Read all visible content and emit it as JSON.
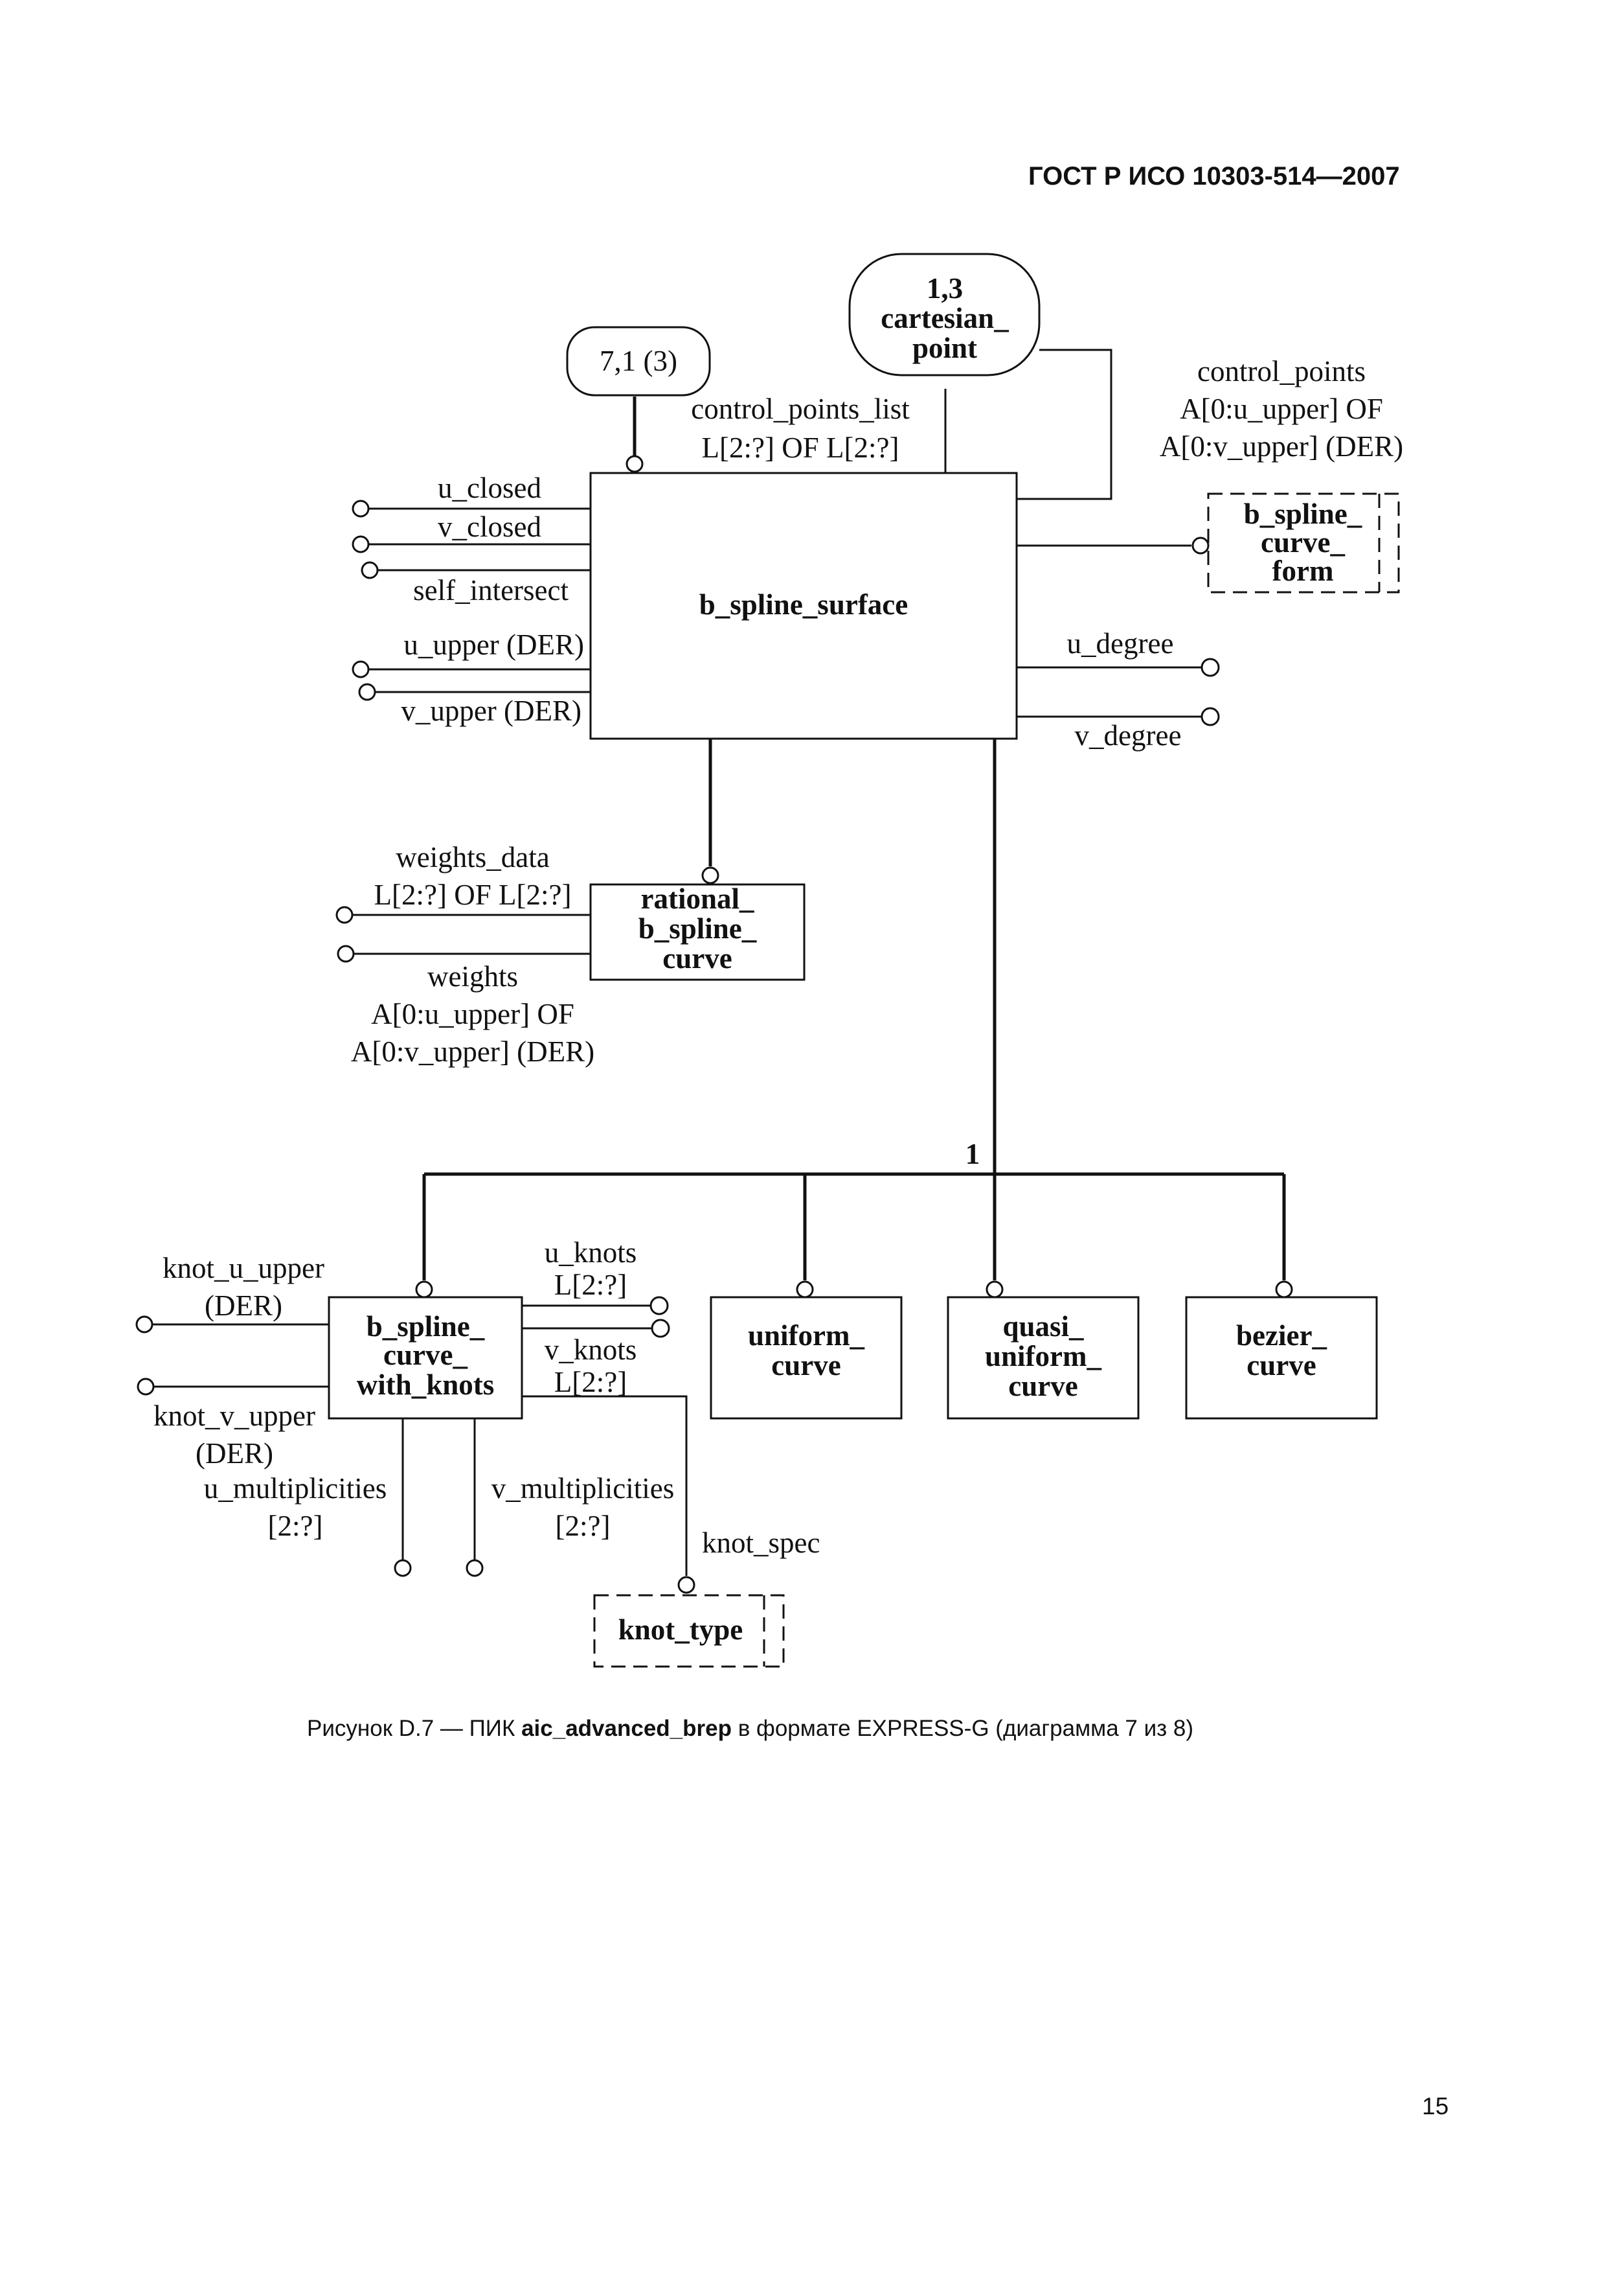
{
  "header": {
    "standard": "ГОСТ Р ИСО 10303-514—2007"
  },
  "page_number": "15",
  "caption": {
    "prefix": "Рисунок D.7 — ПИК ",
    "schema": "aic_advanced_brep",
    "suffix": " в формате EXPRESS-G (диаграмма 7 из 8)"
  },
  "refs": {
    "cartesian_point": [
      "1,3",
      "cartesian_",
      "point"
    ],
    "page_ref": "7,1 (3)"
  },
  "entities": {
    "b_spline_surface": "b_spline_surface",
    "rational": [
      "rational_",
      "b_spline_",
      "curve"
    ],
    "with_knots": [
      "b_spline_",
      "curve_",
      "with_knots"
    ],
    "uniform": [
      "uniform_",
      "curve"
    ],
    "quasi": [
      "quasi_",
      "uniform_",
      "curve"
    ],
    "bezier": [
      "bezier_",
      "curve"
    ]
  },
  "types": {
    "curve_form": [
      "b_spline_",
      "curve_",
      "form"
    ],
    "knot_type": "knot_type"
  },
  "attributes": {
    "u_closed": "u_closed",
    "v_closed": "v_closed",
    "self_intersect": "self_intersect",
    "u_upper": "u_upper (DER)",
    "v_upper": "v_upper (DER)",
    "control_points_list": [
      "control_points_list",
      "L[2:?] OF L[2:?]"
    ],
    "control_points": [
      "control_points",
      "A[0:u_upper] OF",
      "A[0:v_upper] (DER)"
    ],
    "u_degree": "u_degree",
    "v_degree": "v_degree",
    "weights_data": [
      "weights_data",
      "L[2:?] OF L[2:?]"
    ],
    "weights": [
      "weights",
      "A[0:u_upper] OF",
      "A[0:v_upper] (DER)"
    ],
    "knot_u_upper": [
      "knot_u_upper",
      "(DER)"
    ],
    "knot_v_upper": [
      "knot_v_upper",
      "(DER)"
    ],
    "u_knots": [
      "u_knots",
      "L[2:?]"
    ],
    "v_knots": [
      "v_knots",
      "L[2:?]"
    ],
    "u_multiplicities": [
      "u_multiplicities",
      "[2:?]"
    ],
    "v_multiplicities": [
      "v_multiplicities",
      "[2:?]"
    ],
    "knot_spec": "knot_spec"
  },
  "subtype_marker": "1"
}
